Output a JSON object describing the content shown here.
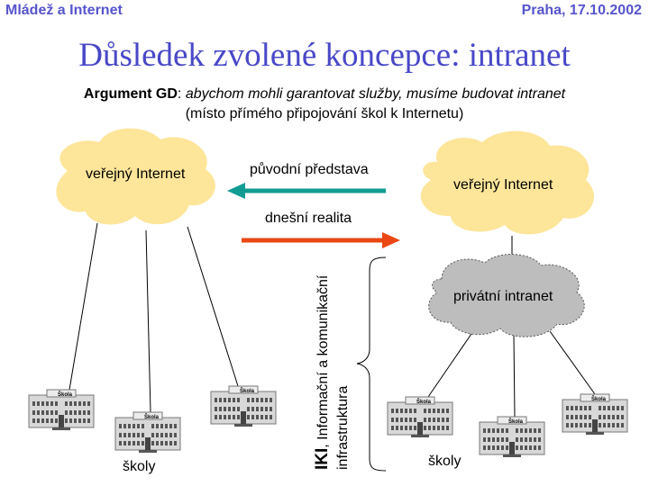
{
  "header": {
    "left": "Mládež a Internet",
    "right": "Praha, 17.10.2002"
  },
  "title": "Důsledek zvolené koncepce: intranet",
  "argument": {
    "label": "Argument GD",
    "colon": ":",
    "text": "abychom mohli garantovat služby, musíme budovat intranet",
    "line2": "(místo přímého připojování škol k Internetu)"
  },
  "diagram": {
    "left_cloud": "veřejný Internet",
    "right_cloud": "veřejný Internet",
    "intranet_cloud": "privátní intranet",
    "arrow_original": "původní představa",
    "arrow_today": "dnešní realita",
    "schools_left": "školy",
    "schools_right": "školy",
    "building_sign": "Škola",
    "iki_abbr": "IKI",
    "iki_line1": ", Informační a komunikační",
    "iki_line2": "infrastruktura"
  },
  "colors": {
    "header_text": "#5555cc",
    "title_text": "#4848c8",
    "cloud_yellow": "#fde59a",
    "cloud_gray": "#bdbdbd",
    "arrow_teal": "#119c93",
    "arrow_red": "#ea4714"
  }
}
